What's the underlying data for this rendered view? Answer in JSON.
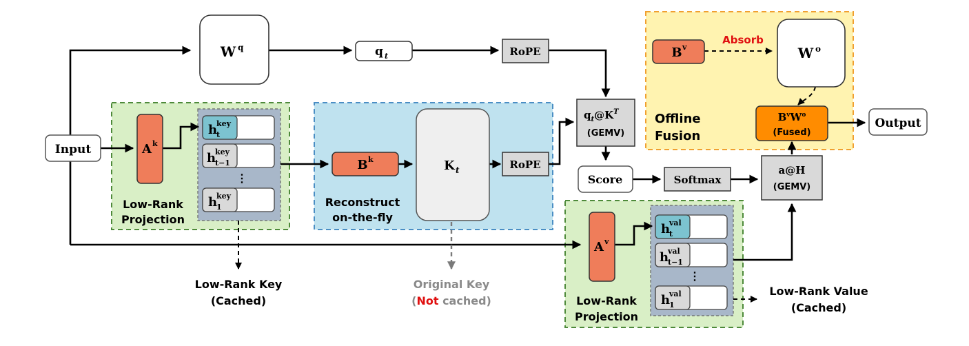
{
  "nodes": {
    "input": "Input",
    "wq": "W",
    "wq_sup": "q",
    "qt": "q",
    "qt_sub": "t",
    "rope_q": "RoPE",
    "rope_k": "RoPE",
    "ak": "A",
    "ak_sup": "k",
    "bk": "B",
    "bk_sup": "k",
    "kt": "K",
    "kt_sub": "t",
    "qk_line1_q": "q",
    "qk_line1_t": "t",
    "qk_line1_at": "@K",
    "qk_line1_T": "T",
    "qk_line2": "(GEMV)",
    "score": "Score",
    "softmax": "Softmax",
    "ah_line1": "a@H",
    "ah_line2": "(GEMV)",
    "output": "Output",
    "av": "A",
    "av_sup": "v",
    "bv": "B",
    "bv_sup": "v",
    "wo": "W",
    "wo_sup": "o",
    "fused_line1_B": "B",
    "fused_line1_v": "v",
    "fused_line1_W": "W",
    "fused_line1_o": "o",
    "fused_line2": "(Fused)"
  },
  "cache_key": {
    "h": "h",
    "sup": "key",
    "sub_t": "t",
    "sub_t1": "t−1",
    "sub_1": "1",
    "dots": "⋮"
  },
  "cache_val": {
    "h": "h",
    "sup": "val",
    "sub_t": "t",
    "sub_t1": "t−1",
    "sub_1": "1",
    "dots": "⋮"
  },
  "regions": {
    "key_proj_line1": "Low-Rank",
    "key_proj_line2": "Projection",
    "reconstruct_line1": "Reconstruct",
    "reconstruct_line2": "on-the-fly",
    "val_proj_line1": "Low-Rank",
    "val_proj_line2": "Projection",
    "offline_line1": "Offline",
    "offline_line2": "Fusion"
  },
  "annotations": {
    "absorb": "Absorb",
    "lr_key_line1": "Low-Rank Key",
    "lr_key_line2": "(Cached)",
    "orig_key_line1": "Original Key",
    "orig_key_line2_open": "(",
    "orig_key_line2_not": "Not",
    "orig_key_line2_rest": " cached)",
    "lr_val_line1": "Low-Rank Value",
    "lr_val_line2": "(Cached)"
  },
  "colors": {
    "orange": "#ef7d5a",
    "bright_orange": "#ff8c00",
    "teal": "#7cc3d0",
    "gray_box": "#d9d9d9",
    "green_region": "#d9efc6",
    "blue_region": "#bfe2ef",
    "yellow_region": "#fff3b0",
    "cache_bg": "#a8b7c9",
    "absorb_red": "#e01010"
  }
}
